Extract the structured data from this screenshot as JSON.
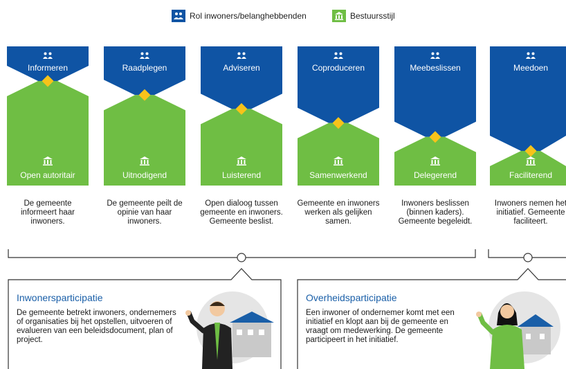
{
  "legend": {
    "role_label": "Rol inwoners/belanghebbenden",
    "style_label": "Bestuursstijl"
  },
  "colors": {
    "blue": "#0f54a4",
    "green": "#6fbe44",
    "diamond": "#f7c31a"
  },
  "columns": [
    {
      "role": "Informeren",
      "style": "Open autoritair",
      "description": "De gemeente informeert haar inwoners.",
      "role_level": 1
    },
    {
      "role": "Raadplegen",
      "style": "Uitnodigend",
      "description": "De gemeente peilt de opinie van haar inwoners.",
      "role_level": 2
    },
    {
      "role": "Adviseren",
      "style": "Luisterend",
      "description": "Open dialoog tussen gemeente en inwoners. Gemeente beslist.",
      "role_level": 3
    },
    {
      "role": "Coproduceren",
      "style": "Samenwerkend",
      "description": "Gemeente en inwoners werken als gelijken samen.",
      "role_level": 4
    },
    {
      "role": "Meebeslissen",
      "style": "Delegerend",
      "description": "Inwoners beslissen (binnen kaders). Gemeente begeleidt.",
      "role_level": 5
    },
    {
      "role": "Meedoen",
      "style": "Faciliterend",
      "description": "Inwoners nemen het initiatief. Gemeente faciliteert.",
      "role_level": 6
    }
  ],
  "panels": [
    {
      "title": "Inwonersparticipatie",
      "text": "De gemeente betrekt inwoners, ondernemers of organisaties bij het opstellen, uitvoeren of evalueren van een beleidsdocument, plan of project."
    },
    {
      "title": "Overheidsparticipatie",
      "text": "Een inwoner of ondernemer komt met een initiatief en klopt aan bij de gemeente en vraagt om medewerking. De gemeente participeert in het initiatief."
    }
  ]
}
